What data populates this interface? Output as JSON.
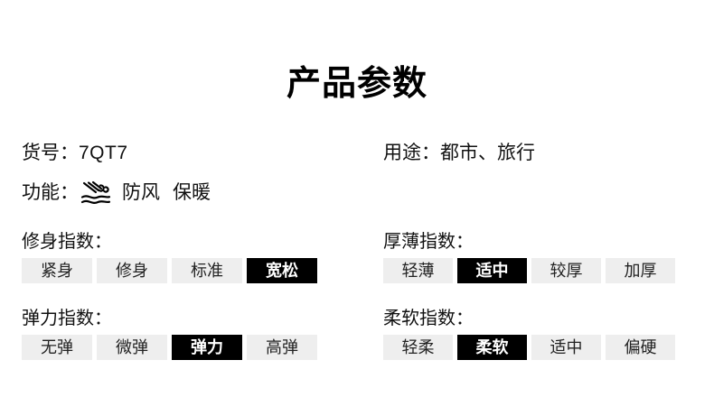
{
  "page": {
    "title": "产品参数",
    "background_color": "#ffffff",
    "text_color": "#111111"
  },
  "info": {
    "left": [
      {
        "label": "货号：",
        "value": "7QT7",
        "type": "code"
      },
      {
        "label": "功能：",
        "icon": "windproof-icon",
        "values": [
          "防风",
          "保暖"
        ]
      }
    ],
    "right": [
      {
        "label": "用途：",
        "value": "都市、旅行",
        "type": "text"
      }
    ]
  },
  "indexes": [
    {
      "key": "fit",
      "label": "修身指数：",
      "options": [
        "紧身",
        "修身",
        "标准",
        "宽松"
      ],
      "selected_index": 3,
      "selected": "宽松"
    },
    {
      "key": "thickness",
      "label": "厚薄指数：",
      "options": [
        "轻薄",
        "适中",
        "较厚",
        "加厚"
      ],
      "selected_index": 1,
      "selected": "适中"
    },
    {
      "key": "elasticity",
      "label": "弹力指数：",
      "options": [
        "无弹",
        "微弹",
        "弹力",
        "高弹"
      ],
      "selected_index": 2,
      "selected": "弹力"
    },
    {
      "key": "softness",
      "label": "柔软指数：",
      "options": [
        "轻柔",
        "柔软",
        "适中",
        "偏硬"
      ],
      "selected_index": 1,
      "selected": "柔软"
    }
  ],
  "colors": {
    "chip_background": "#eeeeee",
    "chip_selected_background": "#000000",
    "chip_selected_text": "#ffffff",
    "chip_text": "#222222"
  }
}
